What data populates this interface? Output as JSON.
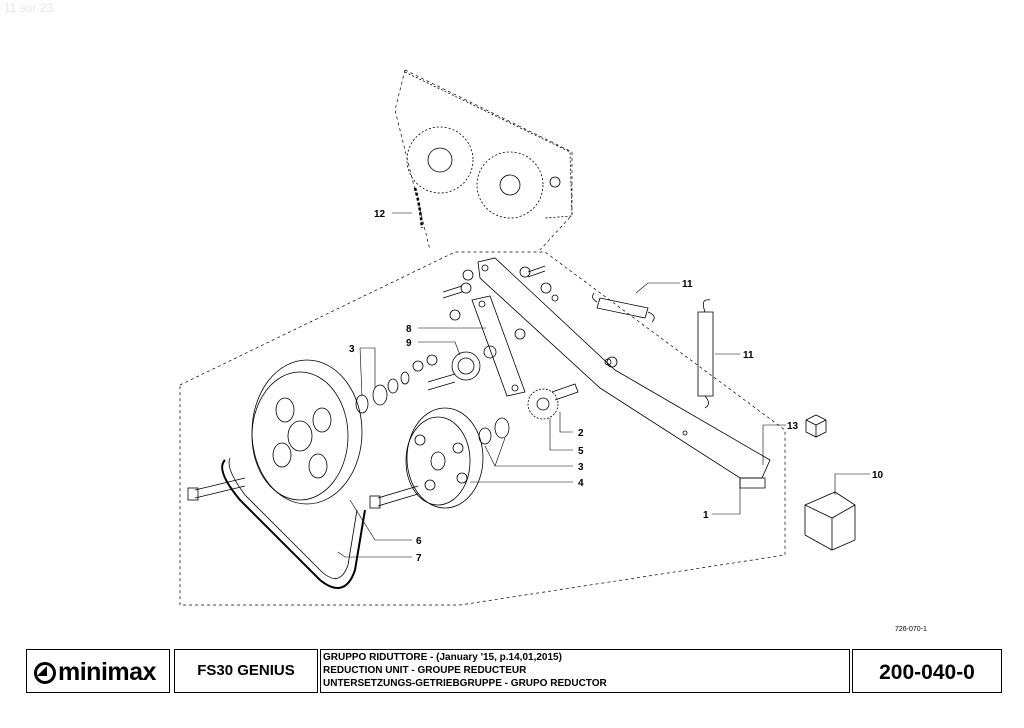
{
  "page_indicator": "11 sur 23",
  "callouts": {
    "c1": "1",
    "c2": "2",
    "c3a": "3",
    "c3b": "3",
    "c4": "4",
    "c5": "5",
    "c6": "6",
    "c7": "7",
    "c8": "8",
    "c9": "9",
    "c10": "10",
    "c11a": "11",
    "c11b": "11",
    "c12": "12",
    "c13": "13"
  },
  "drawing_number": "726-070-1",
  "title_block": {
    "brand": "minimax",
    "model": "FS30 GENIUS",
    "description_lines": [
      "GRUPPO RIDUTTORE - (January '15, p.14,01,2015)",
      "REDUCTION UNIT - GROUPE REDUCTEUR",
      "UNTERSETZUNGS-GETRIEBGRUPPE - GRUPO REDUCTOR"
    ],
    "part_code": "200-040-0"
  }
}
